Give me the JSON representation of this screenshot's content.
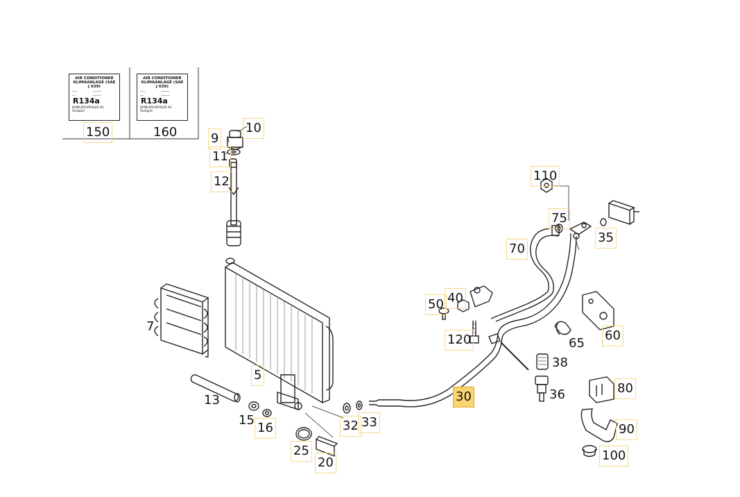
{
  "diagram": {
    "sticker": {
      "title_line1": "AIR CONDITIONER",
      "title_line2": "KLIMAANLAGE (SAE J 639)",
      "refrigerant": "R134a",
      "manufacturer": "DAIMLERCHRYSLER AG Stuttgart"
    },
    "highlight_color": "#f8d473",
    "label_border_color": "#f4d98c",
    "parts": [
      {
        "id": "150",
        "label": "150",
        "selected": false
      },
      {
        "id": "160",
        "label": "160",
        "selected": false
      },
      {
        "id": "9",
        "label": "9",
        "selected": false
      },
      {
        "id": "10",
        "label": "10",
        "selected": false
      },
      {
        "id": "11",
        "label": "11",
        "selected": false
      },
      {
        "id": "12",
        "label": "12",
        "selected": false
      },
      {
        "id": "7",
        "label": "7",
        "selected": false
      },
      {
        "id": "5",
        "label": "5",
        "selected": false
      },
      {
        "id": "13",
        "label": "13",
        "selected": false
      },
      {
        "id": "15",
        "label": "15",
        "selected": false
      },
      {
        "id": "16",
        "label": "16",
        "selected": false
      },
      {
        "id": "25",
        "label": "25",
        "selected": false
      },
      {
        "id": "20",
        "label": "20",
        "selected": false
      },
      {
        "id": "32",
        "label": "32",
        "selected": false
      },
      {
        "id": "33",
        "label": "33",
        "selected": false
      },
      {
        "id": "30",
        "label": "30",
        "selected": true
      },
      {
        "id": "50",
        "label": "50",
        "selected": false
      },
      {
        "id": "40",
        "label": "40",
        "selected": false
      },
      {
        "id": "120",
        "label": "120",
        "selected": false
      },
      {
        "id": "110",
        "label": "110",
        "selected": false
      },
      {
        "id": "75",
        "label": "75",
        "selected": false
      },
      {
        "id": "70",
        "label": "70",
        "selected": false
      },
      {
        "id": "35",
        "label": "35",
        "selected": false
      },
      {
        "id": "65",
        "label": "65",
        "selected": false
      },
      {
        "id": "60",
        "label": "60",
        "selected": false
      },
      {
        "id": "38",
        "label": "38",
        "selected": false
      },
      {
        "id": "36",
        "label": "36",
        "selected": false
      },
      {
        "id": "80",
        "label": "80",
        "selected": false
      },
      {
        "id": "90",
        "label": "90",
        "selected": false
      },
      {
        "id": "100",
        "label": "100",
        "selected": false
      }
    ]
  }
}
